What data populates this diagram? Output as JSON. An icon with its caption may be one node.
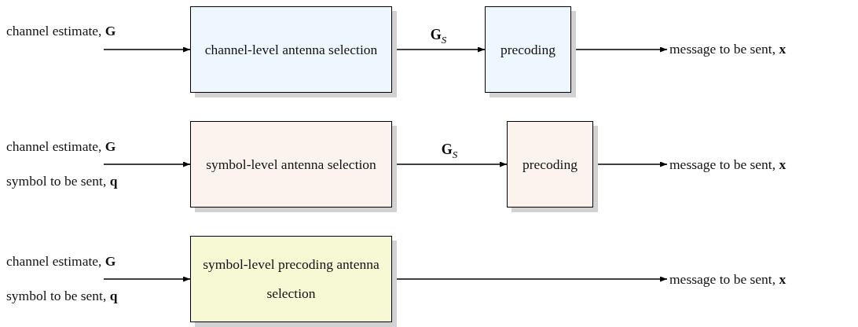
{
  "diagram": {
    "nodes": [
      {
        "text": [
          "channel estimate, **G**"
        ]
      },
      {
        "text": [
          "channel-level antenna selection"
        ]
      },
      {
        "text": [
          "precoding"
        ]
      },
      {
        "text": [
          "message to be sent, **x**"
        ]
      },
      {
        "text": [
          "channel estimate, **G**",
          "symbol to be sent, **q**"
        ]
      },
      {
        "text": [
          "symbol-level antenna selection"
        ]
      },
      {
        "text": [
          "precoding"
        ]
      },
      {
        "text": [
          "message to be sent, **x**"
        ]
      },
      {
        "text": [
          "channel estimate, **G**",
          "symbol to be sent, **q**"
        ]
      },
      {
        "text": [
          "symbol-level precoding antenna selection"
        ]
      },
      {
        "text": [
          "message to be sent, **x**"
        ]
      }
    ],
    "edges": [
      {
        "from": 0,
        "to": 1,
        "arrow": "to"
      },
      {
        "from": 1,
        "to": 2,
        "arrow": "to",
        "label": "**G**$_{S}$"
      },
      {
        "from": 2,
        "to": 3,
        "arrow": "to"
      },
      {
        "from": 4,
        "to": 5,
        "arrow": "to"
      },
      {
        "from": 5,
        "to": 6,
        "arrow": "to",
        "label": "**G**$_{S}$"
      },
      {
        "from": 6,
        "to": 7,
        "arrow": "to"
      },
      {
        "from": 8,
        "to": 9,
        "arrow": "to"
      },
      {
        "from": 9,
        "to": 10,
        "arrow": "to"
      }
    ]
  }
}
